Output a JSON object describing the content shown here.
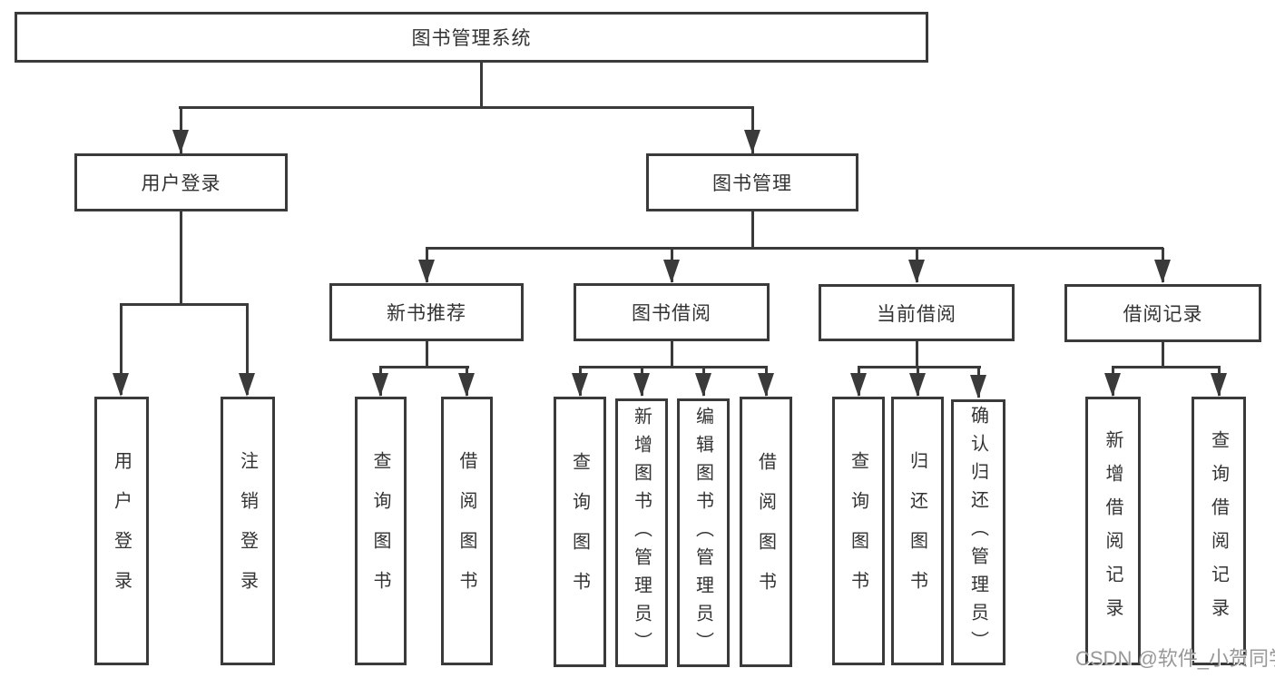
{
  "diagram_title": "图书管理系统",
  "nodes": {
    "root": "图书管理系统",
    "user_login": "用户登录",
    "book_mgmt": "图书管理",
    "new_book_rec": "新书推荐",
    "book_borrow": "图书借阅",
    "current_borrow": "当前借阅",
    "borrow_record": "借阅记录",
    "user_login_leaf": "用户登录",
    "logout_leaf": "注销登录",
    "rec_query_books": "查询图书",
    "rec_borrow_books": "借阅图书",
    "bb_query_books": "查询图书",
    "bb_add_books_admin": "新增图书（管理员）",
    "bb_edit_books_admin": "编辑图书（管理员）",
    "bb_borrow_books": "借阅图书",
    "cb_query_books": "查询图书",
    "cb_return_books": "归还图书",
    "cb_confirm_return_admin": "确认归还（管理员）",
    "br_add_record": "新增借阅记录",
    "br_query_record": "查询借阅记录"
  },
  "colors": {
    "line": "#3a3a3a",
    "text": "#333333",
    "background": "#ffffff",
    "watermark": "#8a8a8a"
  },
  "watermark": "CSDN @软件_小贺同学"
}
